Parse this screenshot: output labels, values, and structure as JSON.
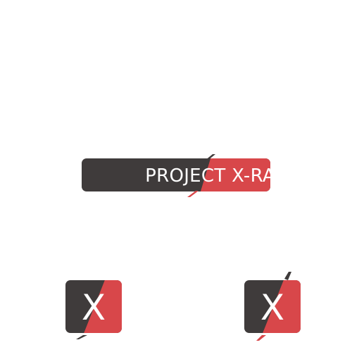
{
  "logo": {
    "wordmark_left": "PROJECT ",
    "wordmark_right": "X-RAY",
    "icon_letter": "X"
  },
  "colors": {
    "dark": "#3f3b3b",
    "red": "#d8474a",
    "background": "#ffffff",
    "text": "#ffffff"
  }
}
